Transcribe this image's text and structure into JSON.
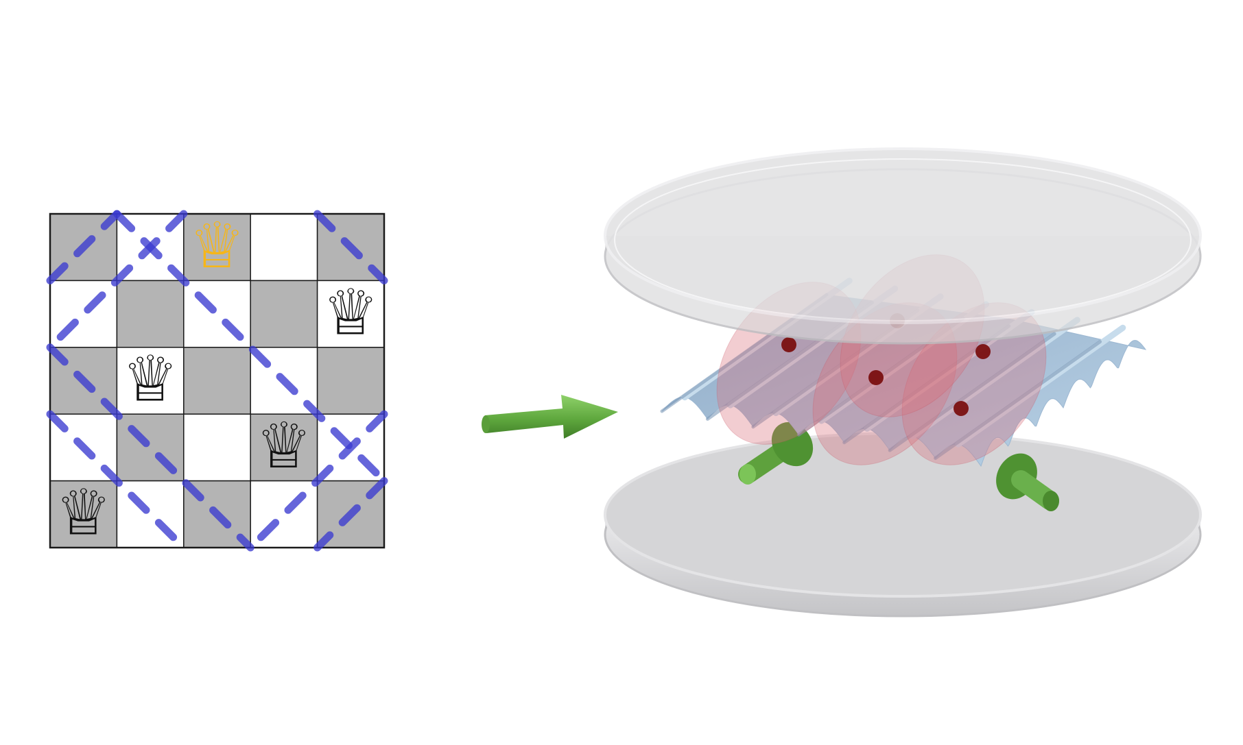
{
  "board": {
    "size": 5,
    "dark_color": "#b4b4b4",
    "light_color": "#ffffff",
    "line_color": "#1a1a1a",
    "queens": [
      {
        "row": 0,
        "col": 2,
        "highlight": true
      },
      {
        "row": 1,
        "col": 4,
        "highlight": false
      },
      {
        "row": 2,
        "col": 1,
        "highlight": false
      },
      {
        "row": 3,
        "col": 3,
        "highlight": false
      },
      {
        "row": 4,
        "col": 0,
        "highlight": false
      }
    ],
    "queen_glyph": "♕",
    "queen_color": "#111111",
    "highlight_queen_color": "#f6b619",
    "attack_lines_color": "#3a3ad0",
    "attack_lines": [
      [
        [
          0,
          1
        ],
        [
          1,
          0
        ]
      ],
      [
        [
          1,
          0
        ],
        [
          5,
          4
        ]
      ],
      [
        [
          2,
          0
        ],
        [
          0,
          2
        ]
      ],
      [
        [
          0,
          2
        ],
        [
          3,
          5
        ]
      ],
      [
        [
          0,
          3
        ],
        [
          2,
          5
        ]
      ],
      [
        [
          4,
          0
        ],
        [
          5,
          1
        ]
      ],
      [
        [
          5,
          3
        ],
        [
          3,
          5
        ]
      ],
      [
        [
          5,
          4
        ],
        [
          4,
          5
        ]
      ]
    ]
  },
  "arrow_icon": "right-arrow-icon",
  "colors": {
    "arrow_green": "#6ab04c",
    "plate_gray": "#d6d6d8",
    "wave_blue": "#a9c4dc",
    "blob_red": "#d9707a",
    "atom_red": "#7a1010"
  }
}
